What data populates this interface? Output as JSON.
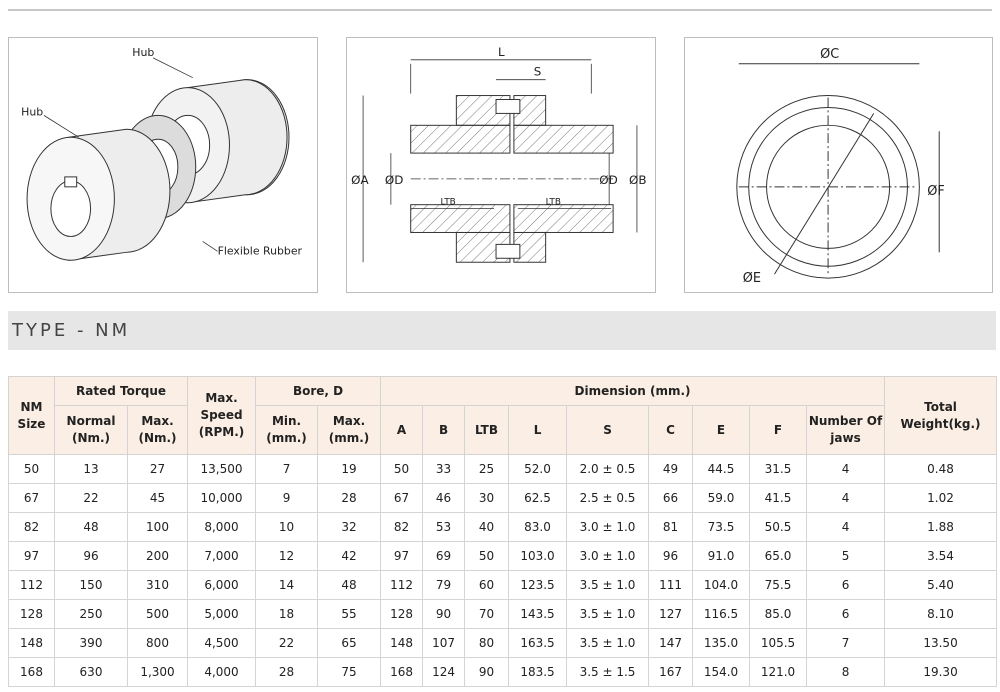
{
  "diagram_labels": {
    "hub_top": "Hub",
    "hub_left": "Hub",
    "flexible_rubber": "Flexible Rubber",
    "L": "L",
    "S": "S",
    "phiA": "ØA",
    "phiD_left": "ØD",
    "phiD_right": "ØD",
    "phiB": "ØB",
    "LTB_left": "LTB",
    "LTB_right": "LTB",
    "phiC": "ØC",
    "phiF": "ØF",
    "phiE": "ØE"
  },
  "section_title": "TYPE - NM",
  "table": {
    "headers": {
      "nm_size": "NM Size",
      "rated_torque": "Rated Torque",
      "normal": "Normal (Nm.)",
      "max_torque": "Max. (Nm.)",
      "max_speed": "Max. Speed (RPM.)",
      "bore": "Bore, D",
      "bore_min": "Min. (mm.)",
      "bore_max": "Max. (mm.)",
      "dimension": "Dimension (mm.)",
      "A": "A",
      "B": "B",
      "LTB": "LTB",
      "L": "L",
      "S": "S",
      "C": "C",
      "E": "E",
      "F": "F",
      "jaws": "Number Of jaws",
      "weight": "Total Weight(kg.)"
    },
    "rows": [
      [
        "50",
        "13",
        "27",
        "13,500",
        "7",
        "19",
        "50",
        "33",
        "25",
        "52.0",
        "2.0 ± 0.5",
        "49",
        "44.5",
        "31.5",
        "4",
        "0.48"
      ],
      [
        "67",
        "22",
        "45",
        "10,000",
        "9",
        "28",
        "67",
        "46",
        "30",
        "62.5",
        "2.5 ± 0.5",
        "66",
        "59.0",
        "41.5",
        "4",
        "1.02"
      ],
      [
        "82",
        "48",
        "100",
        "8,000",
        "10",
        "32",
        "82",
        "53",
        "40",
        "83.0",
        "3.0 ± 1.0",
        "81",
        "73.5",
        "50.5",
        "4",
        "1.88"
      ],
      [
        "97",
        "96",
        "200",
        "7,000",
        "12",
        "42",
        "97",
        "69",
        "50",
        "103.0",
        "3.0 ± 1.0",
        "96",
        "91.0",
        "65.0",
        "5",
        "3.54"
      ],
      [
        "112",
        "150",
        "310",
        "6,000",
        "14",
        "48",
        "112",
        "79",
        "60",
        "123.5",
        "3.5 ± 1.0",
        "111",
        "104.0",
        "75.5",
        "6",
        "5.40"
      ],
      [
        "128",
        "250",
        "500",
        "5,000",
        "18",
        "55",
        "128",
        "90",
        "70",
        "143.5",
        "3.5 ± 1.0",
        "127",
        "116.5",
        "85.0",
        "6",
        "8.10"
      ],
      [
        "148",
        "390",
        "800",
        "4,500",
        "22",
        "65",
        "148",
        "107",
        "80",
        "163.5",
        "3.5 ± 1.0",
        "147",
        "135.0",
        "105.5",
        "7",
        "13.50"
      ],
      [
        "168",
        "630",
        "1,300",
        "4,000",
        "28",
        "75",
        "168",
        "124",
        "90",
        "183.5",
        "3.5 ± 1.5",
        "167",
        "154.0",
        "121.0",
        "8",
        "19.30"
      ]
    ]
  }
}
